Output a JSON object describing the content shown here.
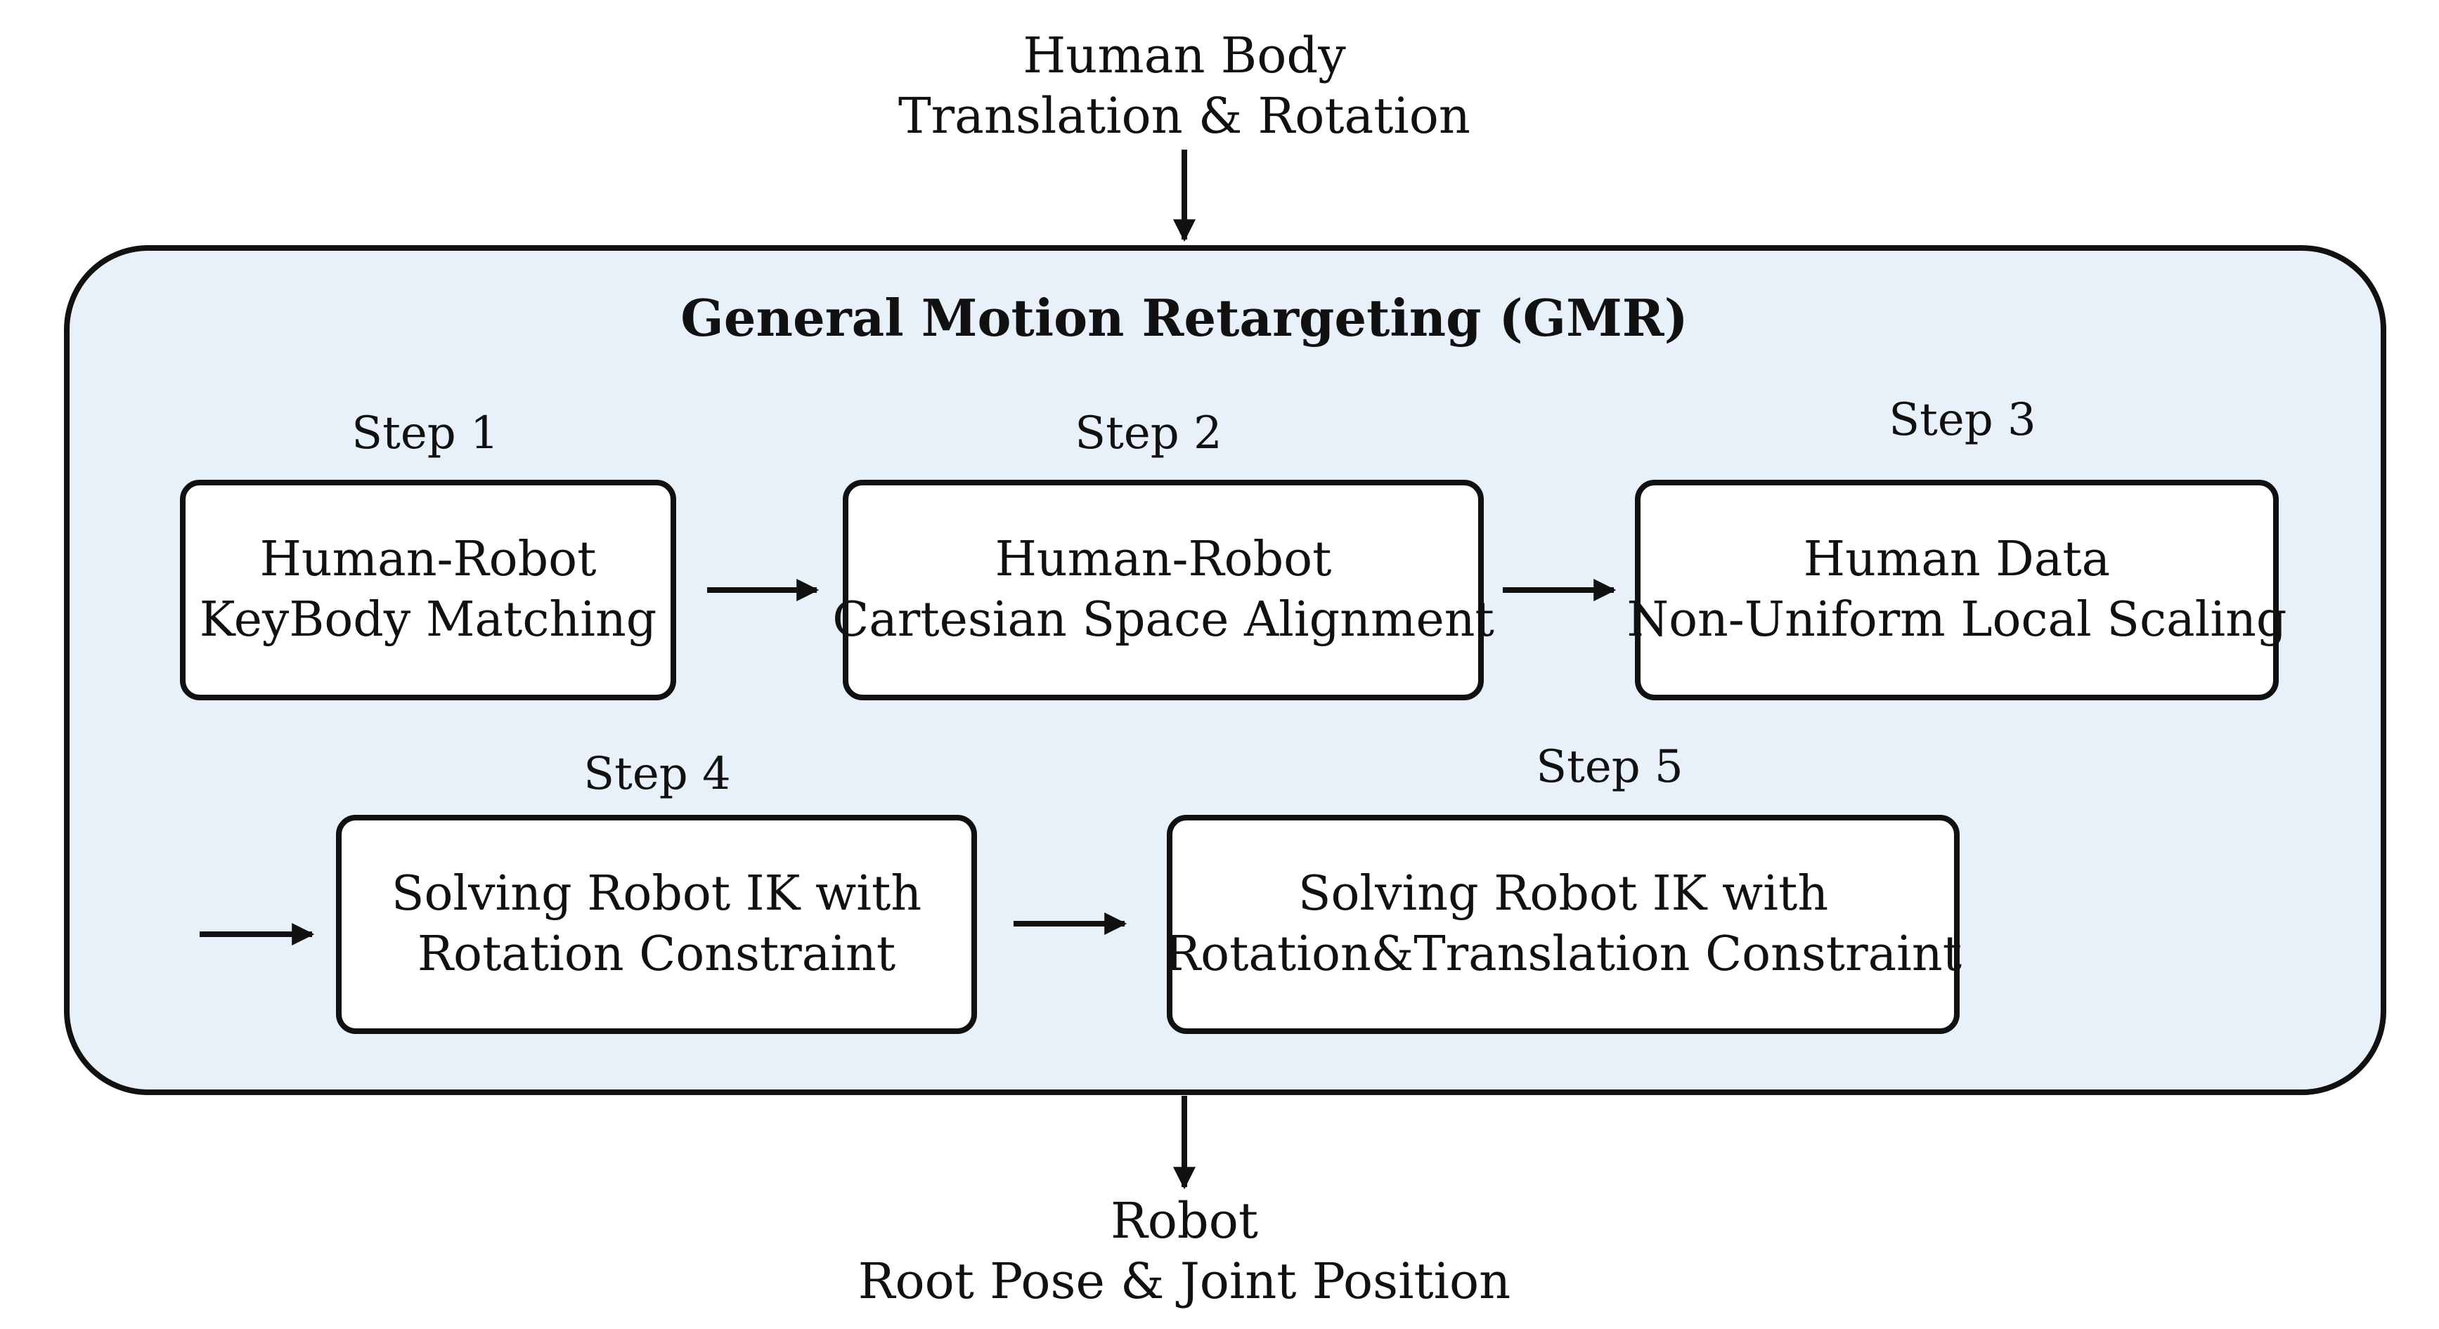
{
  "input": {
    "line1": "Human Body",
    "line2": "Translation & Rotation"
  },
  "output": {
    "line1": "Robot",
    "line2": "Root Pose & Joint Position"
  },
  "module": {
    "title": "General Motion Retargeting (GMR)"
  },
  "steps": [
    {
      "label": "Step 1",
      "line1": "Human-Robot",
      "line2": "KeyBody Matching"
    },
    {
      "label": "Step 2",
      "line1": "Human-Robot",
      "line2": "Cartesian Space Alignment"
    },
    {
      "label": "Step 3",
      "line1": "Human Data",
      "line2": "Non-Uniform Local Scaling"
    },
    {
      "label": "Step 4",
      "line1": "Solving Robot IK with",
      "line2": "Rotation Constraint"
    },
    {
      "label": "Step 5",
      "line1": "Solving Robot IK with",
      "line2": "Rotation&Translation Constraint"
    }
  ],
  "colors": {
    "module_fill": "#e8f1f9",
    "stroke": "#111111",
    "box_fill": "#ffffff"
  }
}
